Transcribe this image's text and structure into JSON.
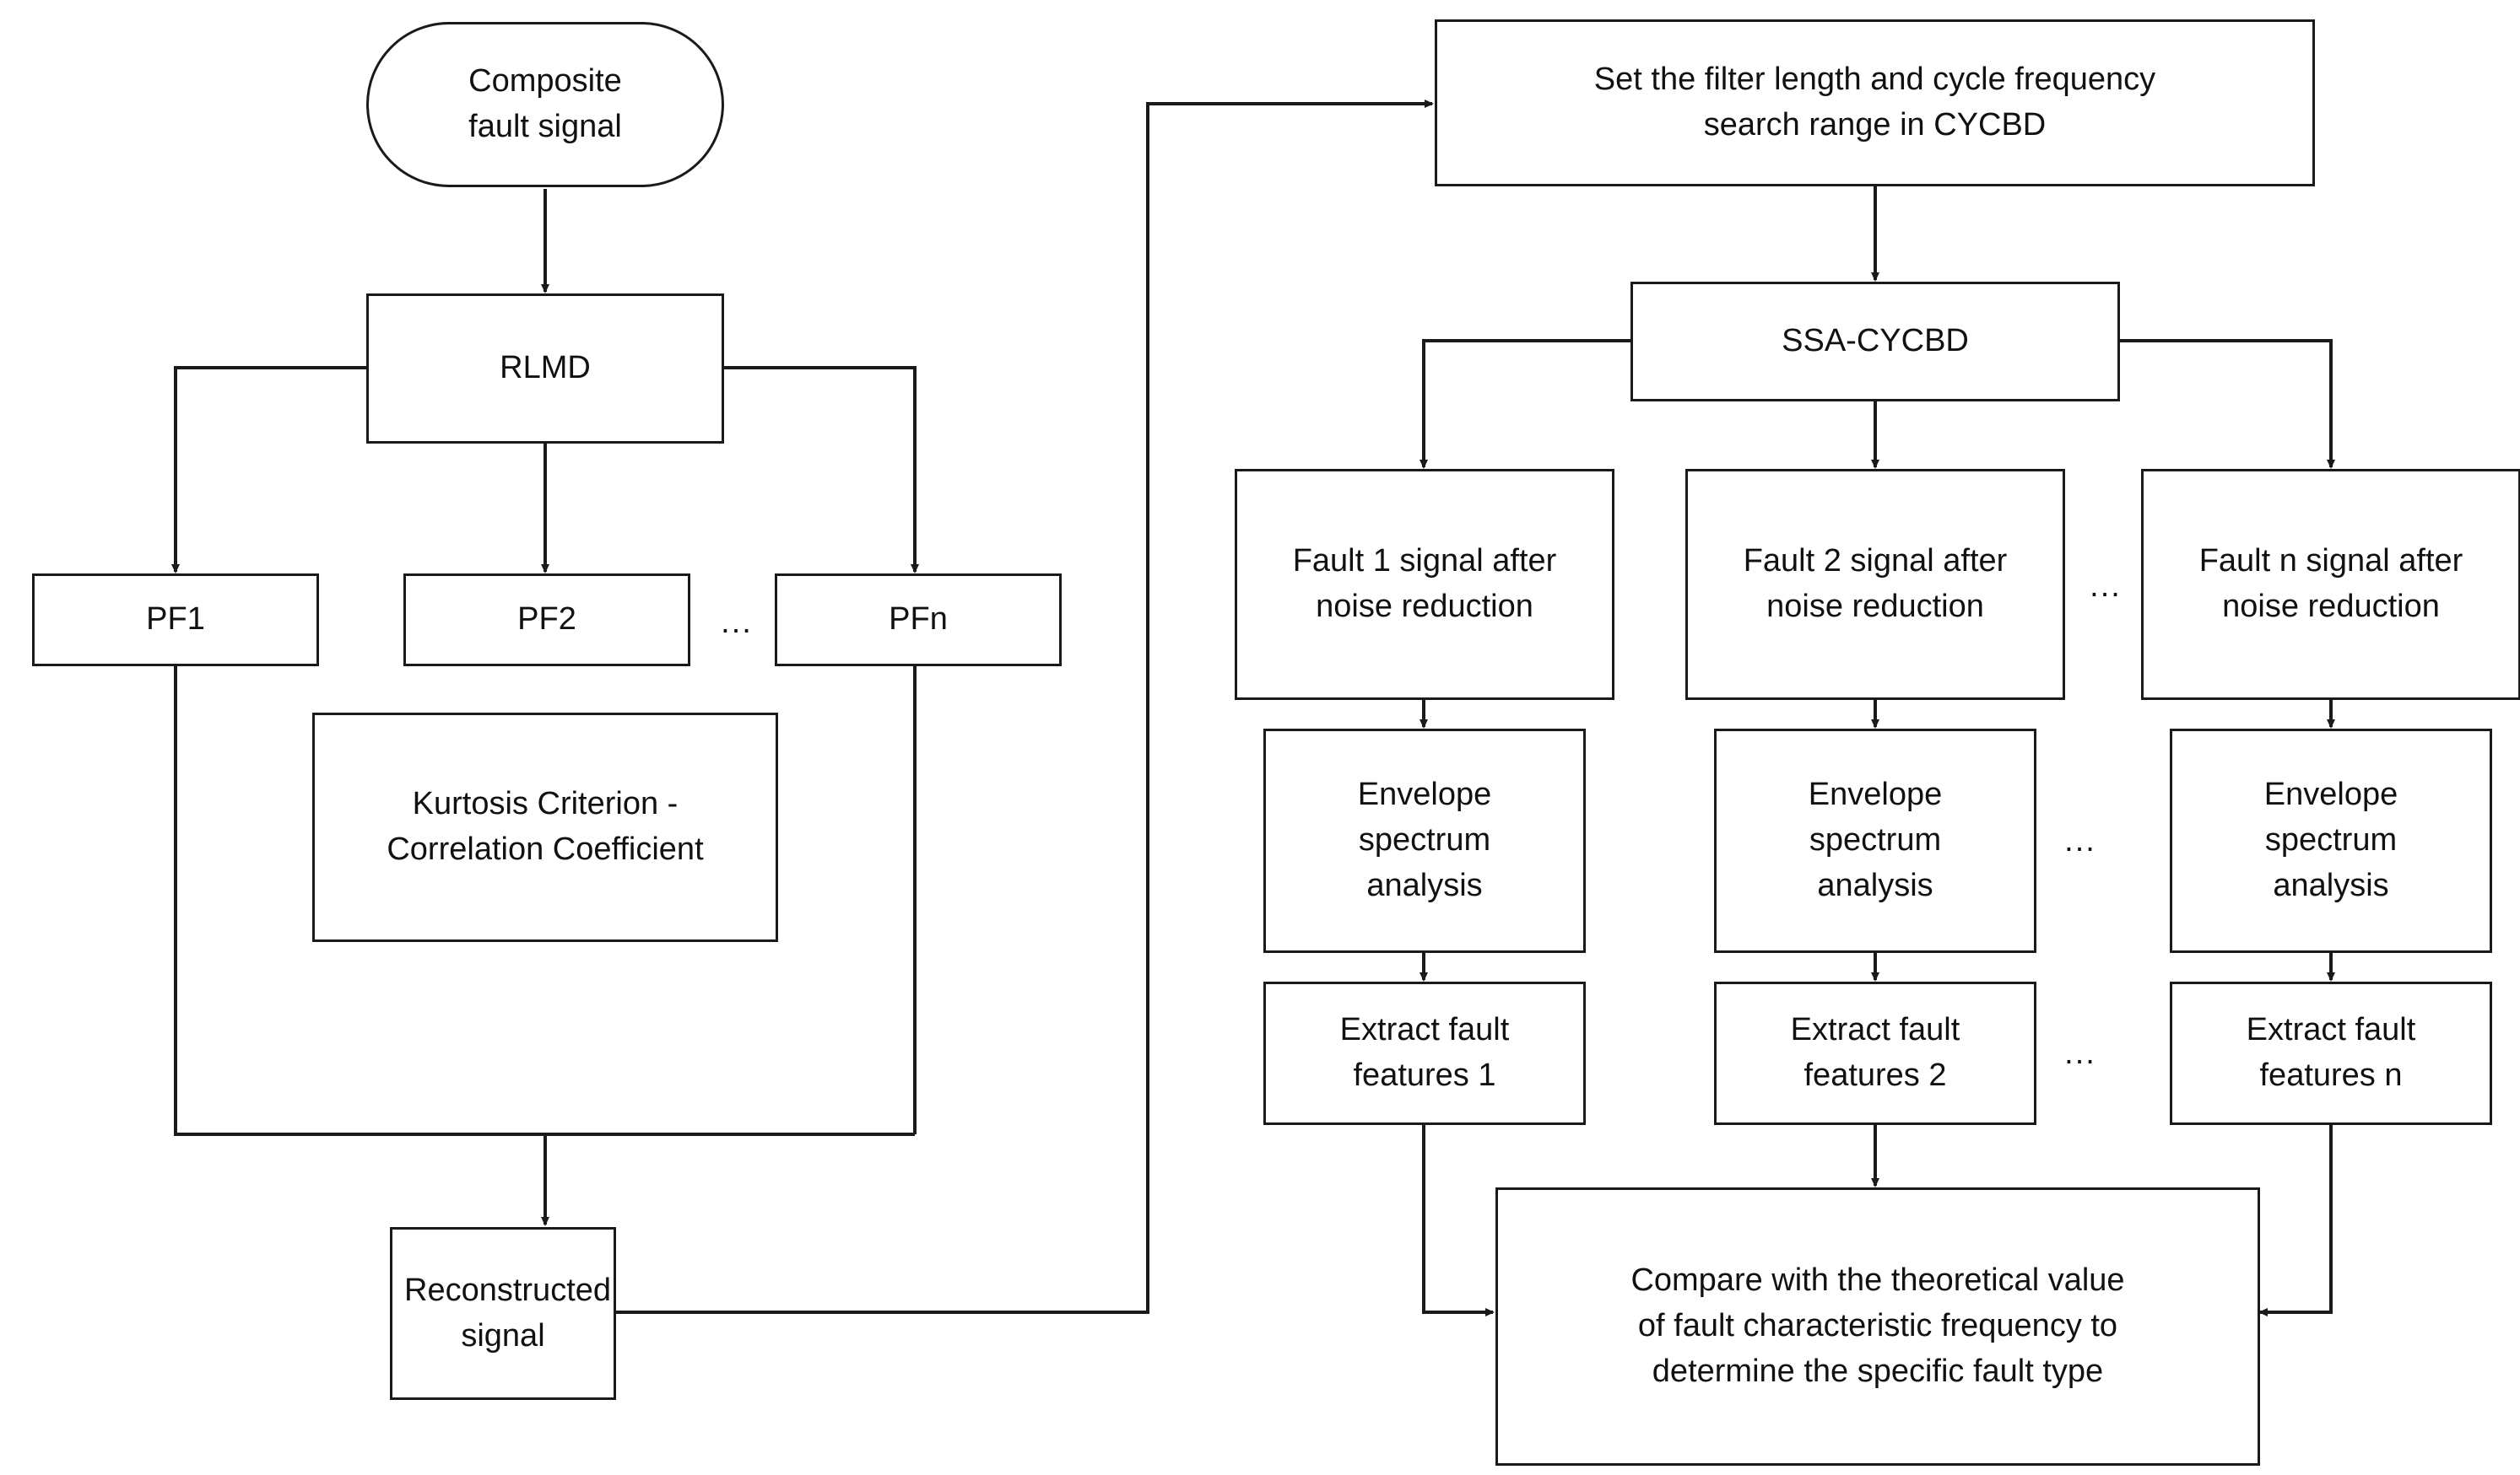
{
  "diagram": {
    "title": "Composite fault diagnosis flowchart (RLMD + SSA-CYCBD)",
    "line_color": "#1a1a1a",
    "text_color": "#111111",
    "background": "#ffffff",
    "ellipsis_glyph": "...",
    "left_branch": {
      "start": "Composite\nfault signal",
      "decompose": "RLMD",
      "components": [
        "PF1",
        "PF2",
        "PFn"
      ],
      "criterion": "Kurtosis Criterion -\nCorrelation Coefficient",
      "output": "Reconstructed\nsignal"
    },
    "right_branch": {
      "setup": "Set the filter length and cycle frequency\nsearch range in CYCBD",
      "method": "SSA-CYCBD",
      "denoised": [
        "Fault 1 signal after\nnoise reduction",
        "Fault 2 signal after\nnoise reduction",
        "Fault n signal after\nnoise reduction"
      ],
      "envelope": [
        "Envelope\nspectrum\nanalysis",
        "Envelope\nspectrum\nanalysis",
        "Envelope\nspectrum\nanalysis"
      ],
      "features": [
        "Extract fault\nfeatures 1",
        "Extract fault\nfeatures 2",
        "Extract fault\nfeatures n"
      ],
      "conclusion": "Compare with the theoretical value\nof fault characteristic frequency to\ndetermine the specific fault type"
    }
  }
}
